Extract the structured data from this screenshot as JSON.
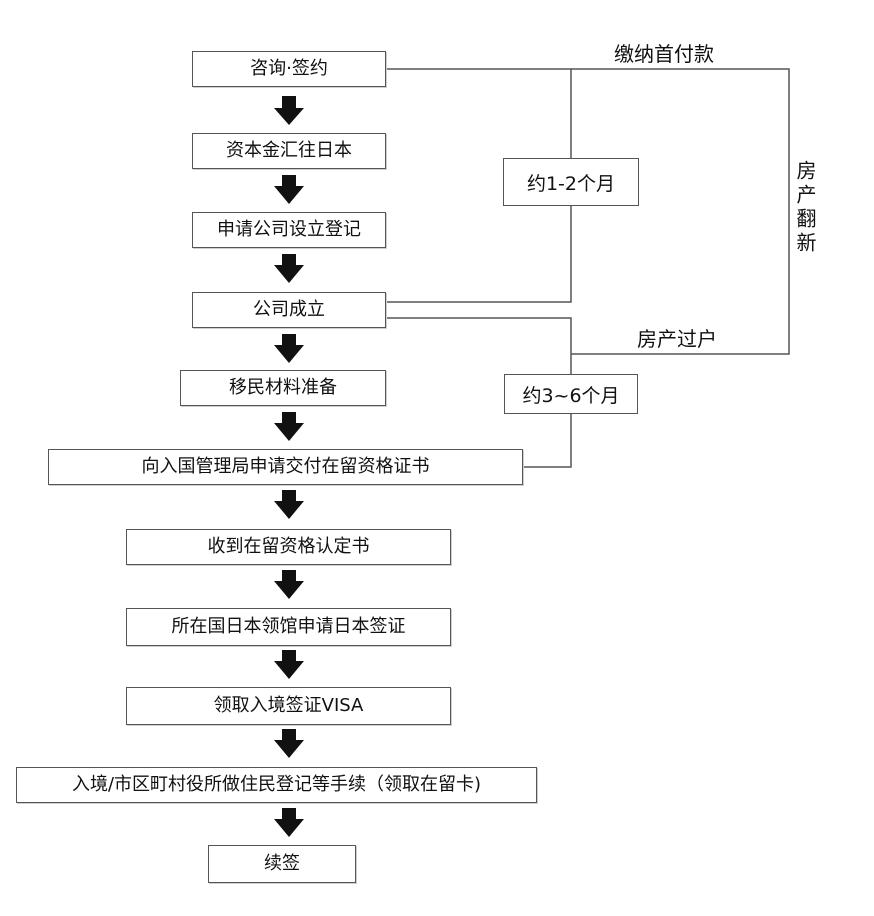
{
  "steps": [
    "咨询·签约",
    "资本金汇往日本",
    "申请公司设立登记",
    "公司成立",
    "移民材料准备",
    "向入国管理局申请交付在留资格证书",
    "收到在留资格认定书",
    "所在国日本领馆申请日本签证",
    "领取入境签证VISA",
    "入境/市区町村役所做住民登记等手续（领取在留卡)",
    "续签"
  ],
  "notes": {
    "duration_1": "约1-2个月",
    "duration_2": "约3~6个月"
  },
  "labels": {
    "down_payment": "缴纳首付款",
    "renovation": "房产翻新",
    "transfer": "房产过户"
  },
  "colors": {
    "line": "#555555",
    "arrow": "#111111"
  }
}
